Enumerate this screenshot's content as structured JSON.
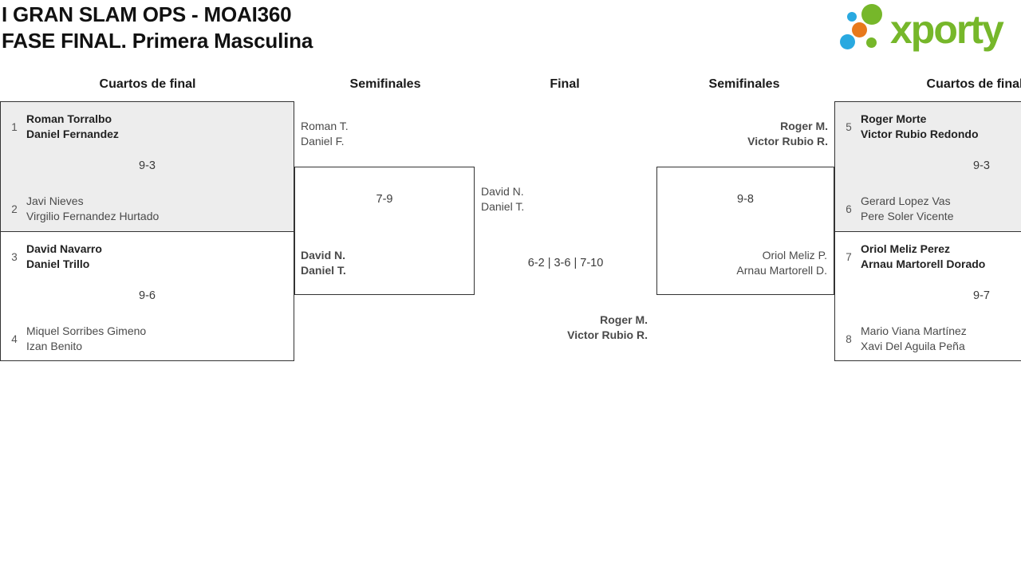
{
  "header": {
    "title_line1": "I GRAN SLAM OPS - MOAI360",
    "title_line2": "FASE FINAL. Primera Masculina"
  },
  "logo": {
    "text": "xporty",
    "colors": {
      "green": "#76b72a",
      "blue": "#29a9e0",
      "orange": "#e8791b"
    }
  },
  "rounds": {
    "qf_left": "Cuartos de final",
    "sf_left": "Semifinales",
    "final": "Final",
    "sf_right": "Semifinales",
    "qf_right": "Cuartos de final"
  },
  "colors": {
    "shaded_cell": "#ededed",
    "border": "#333333",
    "winner_text": "#222222",
    "regular_text": "#4a4a4a"
  },
  "matches": {
    "qf1": {
      "seed_a": "1",
      "team_a1": "Roman Torralbo",
      "team_a2": "Daniel Fernandez",
      "score": "9-3",
      "seed_b": "2",
      "team_b1": "Javi Nieves",
      "team_b2": "Virgilio Fernandez Hurtado"
    },
    "qf2": {
      "seed_a": "3",
      "team_a1": "David Navarro",
      "team_a2": "Daniel Trillo",
      "score": "9-6",
      "seed_b": "4",
      "team_b1": "Miquel Sorribes Gimeno",
      "team_b2": "Izan Benito"
    },
    "sf1": {
      "team_a1": "Roman T.",
      "team_a2": "Daniel F.",
      "score": "7-9",
      "team_b1": "David N.",
      "team_b2": "Daniel T."
    },
    "final": {
      "team_a1": "David N.",
      "team_a2": "Daniel T.",
      "score": "6-2 | 3-6 | 7-10",
      "winner1": "Roger M.",
      "winner2": "Victor Rubio R."
    },
    "sf2": {
      "team_a1": "Roger M.",
      "team_a2": "Victor Rubio R.",
      "score": "9-8",
      "team_b1": "Oriol Meliz P.",
      "team_b2": "Arnau Martorell D."
    },
    "qf3": {
      "seed_a": "5",
      "team_a1": "Roger Morte",
      "team_a2": "Victor Rubio Redondo",
      "score": "9-3",
      "seed_b": "6",
      "team_b1": "Gerard Lopez Vas",
      "team_b2": "Pere Soler Vicente"
    },
    "qf4": {
      "seed_a": "7",
      "team_a1": "Oriol Meliz Perez",
      "team_a2": "Arnau Martorell Dorado",
      "score": "9-7",
      "seed_b": "8",
      "team_b1": "Mario Viana Martínez",
      "team_b2": "Xavi Del Aguila Peña"
    }
  }
}
